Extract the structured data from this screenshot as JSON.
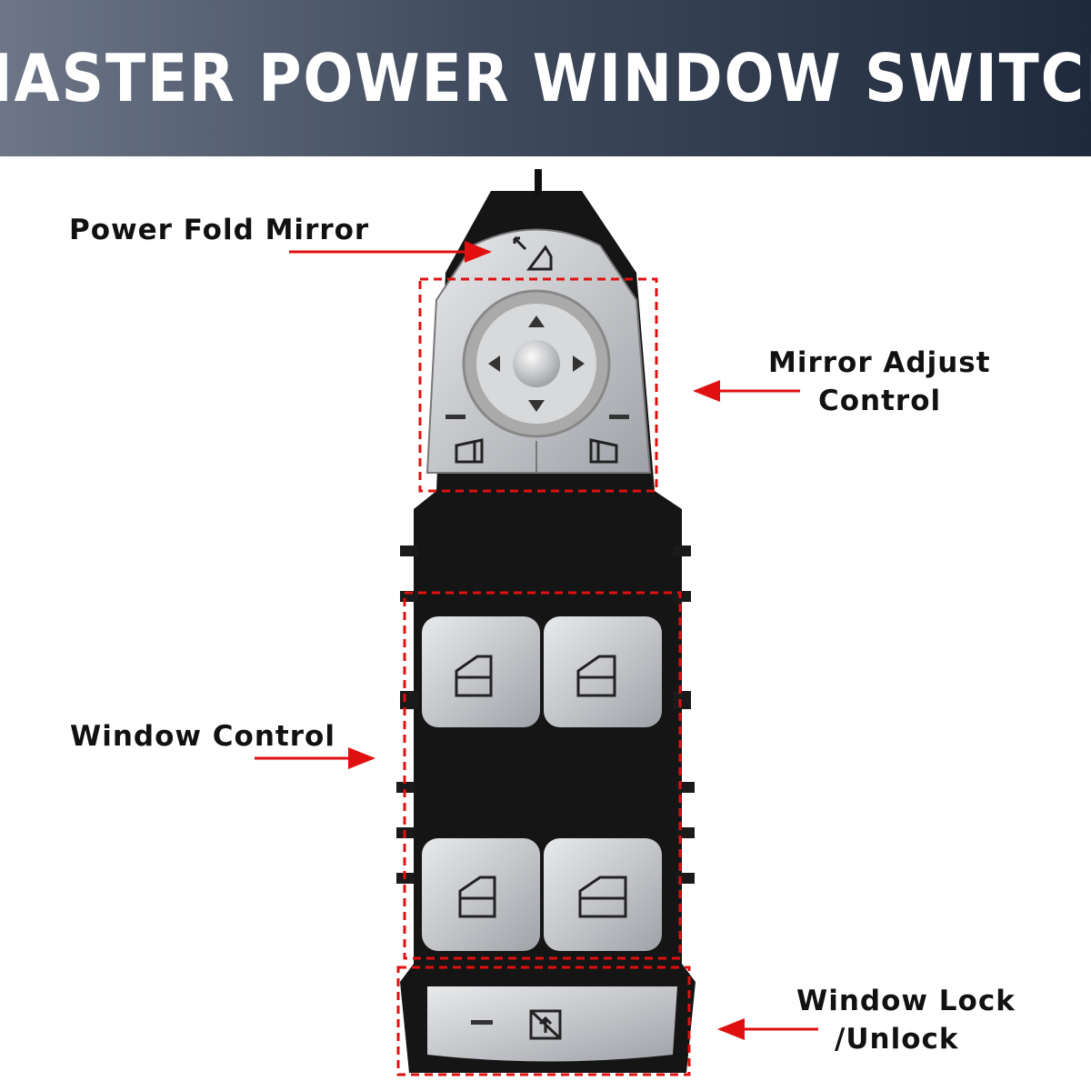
{
  "header": {
    "title": "MASTER POWER WINDOW SWITCH"
  },
  "callouts": {
    "power_fold_mirror": "Power Fold Mirror",
    "mirror_adjust_line1": "Mirror Adjust",
    "mirror_adjust_line2": "Control",
    "window_control": "Window Control",
    "window_lock_line1": "Window Lock",
    "window_lock_line2": "/Unlock"
  },
  "colors": {
    "accent": "#e01010",
    "header_dark": "#1f2a3c",
    "chrome": "#c9cbcf",
    "body": "#151515"
  }
}
